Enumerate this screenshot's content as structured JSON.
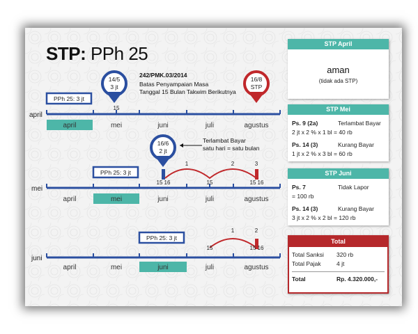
{
  "title": {
    "prefix": "STP:",
    "suffix": "PPh 25"
  },
  "months": [
    "april",
    "mei",
    "juni",
    "juli",
    "agustus"
  ],
  "rows": [
    {
      "label": "april",
      "highlight": "april",
      "box": "PPh 25: 3 jt",
      "ticks": [
        "15"
      ]
    },
    {
      "label": "mei",
      "highlight": "mei",
      "box": "PPh 25: 3 jt",
      "ticks": [
        "15",
        "16",
        "15",
        "15",
        "16"
      ],
      "arc_labels": [
        "1",
        "2",
        "3"
      ]
    },
    {
      "label": "juni",
      "highlight": "juni",
      "box": "PPh 25: 3 jt",
      "ticks": [
        "15",
        "16"
      ],
      "arc_labels": [
        "1",
        "2"
      ]
    }
  ],
  "pins": [
    {
      "top": "14/5",
      "bottom": "3 jt",
      "color": "#2b4fa0"
    },
    {
      "top": "16/8",
      "bottom": "STP",
      "color": "#c0282b"
    },
    {
      "top": "16/6",
      "bottom": "2 jt",
      "color": "#2b4fa0"
    }
  ],
  "regulation": {
    "ref": "242/PMK.03/2014",
    "line1": "Batas Penyampaian Masa",
    "line2": "Tanggal 15 Bulan Takwim Berikutnya"
  },
  "late_note": {
    "line1": "Terlambat Bayar",
    "line2": "satu hari = satu bulan"
  },
  "cards": {
    "april": {
      "title": "STP April",
      "main": "aman",
      "sub": "(tidak ada STP)"
    },
    "mei": {
      "title": "STP Mei",
      "item1_key": "Ps. 9 (2a)",
      "item1_label": "Terlambat Bayar",
      "item1_calc": "2 jt x 2 % x 1 bl = 40 rb",
      "item2_key": "Ps. 14 (3)",
      "item2_label": "Kurang Bayar",
      "item2_calc": "1 jt x 2 % x 3 bl = 60 rb"
    },
    "juni": {
      "title": "STP Juni",
      "item1_key": "Ps. 7",
      "item1_label": "Tidak Lapor",
      "item1_calc": "= 100 rb",
      "item2_key": "Ps. 14 (3)",
      "item2_label": "Kurang Bayar",
      "item2_calc": "3 jt x 2 % x 2 bl = 120 rb"
    },
    "total": {
      "title": "Total",
      "sanksi_label": "Total Sanksi",
      "sanksi_value": "320 rb",
      "pajak_label": "Total Pajak",
      "pajak_value": "4 jt",
      "total_label": "Total",
      "total_value": "Rp. 4.320.000,-"
    }
  },
  "colors": {
    "blue": "#2b4fa0",
    "red": "#c0282b",
    "teal": "#4db6a8"
  }
}
